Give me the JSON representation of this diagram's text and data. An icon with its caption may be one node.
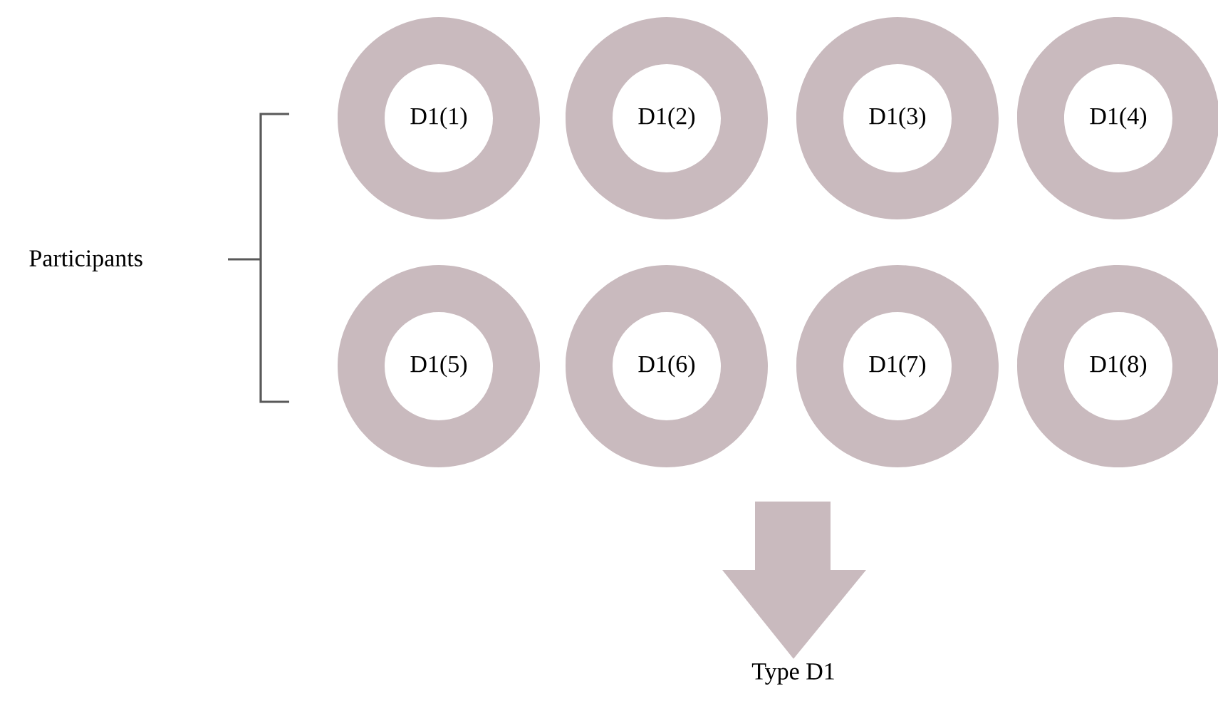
{
  "diagram": {
    "nodes": [
      {
        "text": [
          "D1(1)"
        ]
      },
      {
        "text": [
          "D1(2)"
        ]
      },
      {
        "text": [
          "D1(3)"
        ]
      },
      {
        "text": [
          "D1(4)"
        ]
      },
      {
        "text": [
          "D1(5)"
        ]
      },
      {
        "text": [
          "D1(6)"
        ]
      },
      {
        "text": [
          "D1(7)"
        ]
      },
      {
        "text": [
          "D1(8)"
        ]
      },
      {
        "text": [
          "Type D1"
        ]
      }
    ],
    "edges": [
      {
        "from": null,
        "to": 8,
        "arrow": "to"
      }
    ],
    "labels": [
      "Participants"
    ]
  }
}
